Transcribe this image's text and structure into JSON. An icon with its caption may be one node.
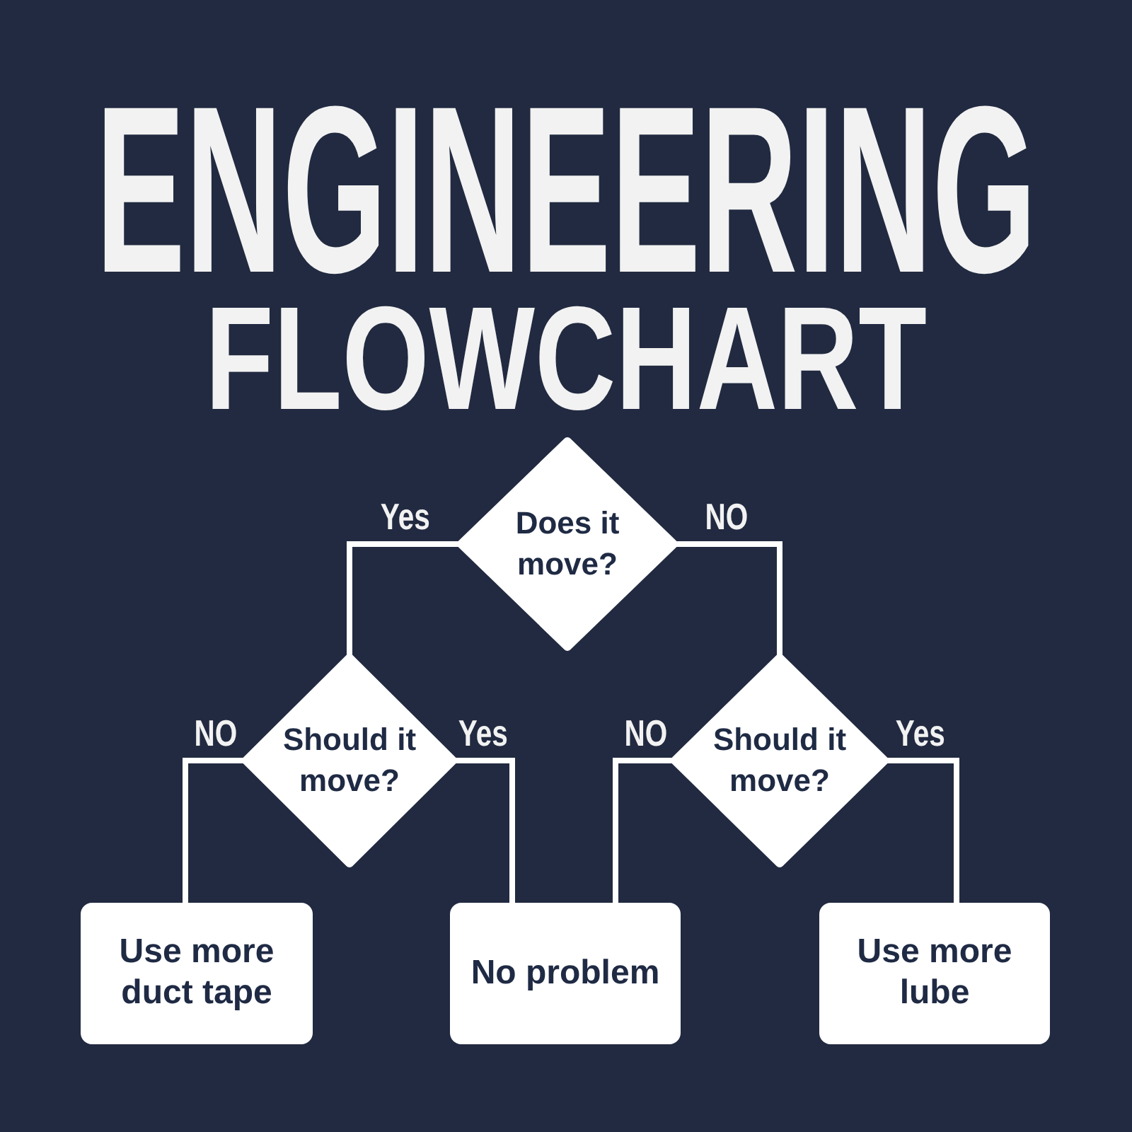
{
  "diagram": {
    "title": "ENGINEERING",
    "nodes": [
      {
        "text": [
          "Does it move?"
        ]
      },
      {
        "text": [
          "Should it move?"
        ]
      },
      {
        "text": [
          "Should it move?"
        ]
      },
      {
        "text": [
          "Use more duct tape"
        ]
      },
      {
        "text": [
          "No problem"
        ]
      },
      {
        "text": [
          "Use more lube"
        ]
      }
    ],
    "edges": [
      {
        "from": 0,
        "to": 1,
        "arrow": "none",
        "label": "Yes"
      },
      {
        "from": 0,
        "to": 2,
        "arrow": "none",
        "label": "NO"
      },
      {
        "from": 1,
        "to": 3,
        "arrow": "none",
        "label": "NO"
      },
      {
        "from": 1,
        "to": 4,
        "arrow": "none",
        "label": "Yes"
      },
      {
        "from": 2,
        "to": 4,
        "arrow": "none",
        "label": "NO"
      },
      {
        "from": 2,
        "to": 5,
        "arrow": "none",
        "label": "Yes"
      }
    ],
    "labels": [
      "FLOWCHART"
    ]
  }
}
